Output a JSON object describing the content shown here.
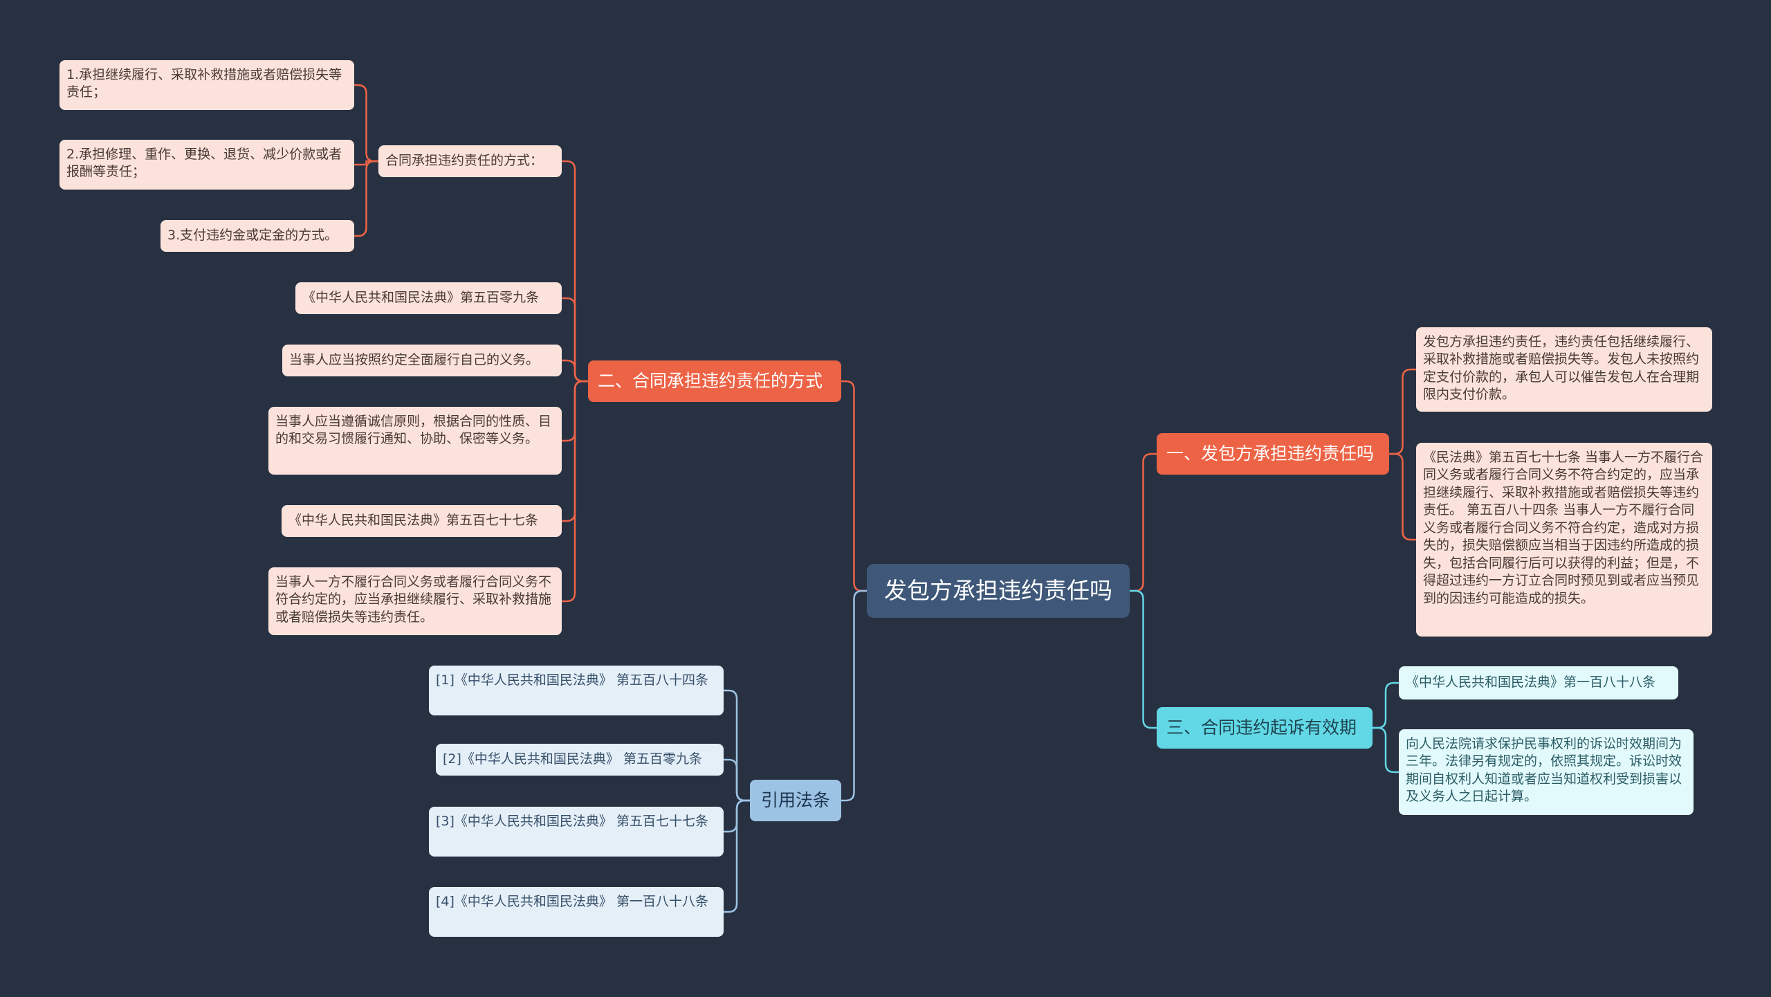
{
  "root": {
    "title": "发包方承担违约责任吗"
  },
  "branch1": {
    "title": "一、发包方承担违约责任吗",
    "items": [
      "发包方承担违约责任，违约责任包括继续履行、采取补救措施或者赔偿损失等。发包人未按照约定支付价款的，承包人可以催告发包人在合理期限内支付价款。",
      "《民法典》第五百七十七条 当事人一方不履行合同义务或者履行合同义务不符合约定的，应当承担继续履行、采取补救措施或者赔偿损失等违约责任。 第五百八十四条 当事人一方不履行合同义务或者履行合同义务不符合约定，造成对方损失的，损失赔偿额应当相当于因违约所造成的损失，包括合同履行后可以获得的利益；但是，不得超过违约一方订立合同时预见到或者应当预见到的因违约可能造成的损失。"
    ]
  },
  "branch2": {
    "title": "二、合同承担违约责任的方式",
    "group": {
      "title": "合同承担违约责任的方式：",
      "items": [
        "1.承担继续履行、采取补救措施或者赔偿损失等责任；",
        "2.承担修理、重作、更换、退货、减少价款或者报酬等责任；",
        "3.支付违约金或定金的方式。"
      ]
    },
    "items": [
      "《中华人民共和国民法典》第五百零九条",
      "当事人应当按照约定全面履行自己的义务。",
      "当事人应当遵循诚信原则，根据合同的性质、目的和交易习惯履行通知、协助、保密等义务。",
      "《中华人民共和国民法典》第五百七十七条",
      "当事人一方不履行合同义务或者履行合同义务不符合约定的，应当承担继续履行、采取补救措施或者赔偿损失等违约责任。"
    ]
  },
  "branch3": {
    "title": "三、合同违约起诉有效期",
    "items": [
      "《中华人民共和国民法典》第一百八十八条",
      "向人民法院请求保护民事权利的诉讼时效期间为三年。法律另有规定的，依照其规定。诉讼时效期间自权利人知道或者应当知道权利受到损害以及义务人之日起计算。"
    ]
  },
  "branch4": {
    "title": "引用法条",
    "items": [
      "[1]《中华人民共和国民法典》 第五百八十四条",
      "[2]《中华人民共和国民法典》 第五百零九条",
      "[3]《中华人民共和国民法典》 第五百七十七条",
      "[4]《中华人民共和国民法典》 第一百八十八条"
    ]
  },
  "colors": {
    "background": "#283142",
    "root": "#3f5879",
    "red": "#ed6346",
    "cyan": "#62d8e6",
    "blue": "#9dc3e4",
    "peach_leaf": "#fbe3db",
    "cyan_leaf": "#e2fafc",
    "blue_leaf": "#e5eff8"
  }
}
